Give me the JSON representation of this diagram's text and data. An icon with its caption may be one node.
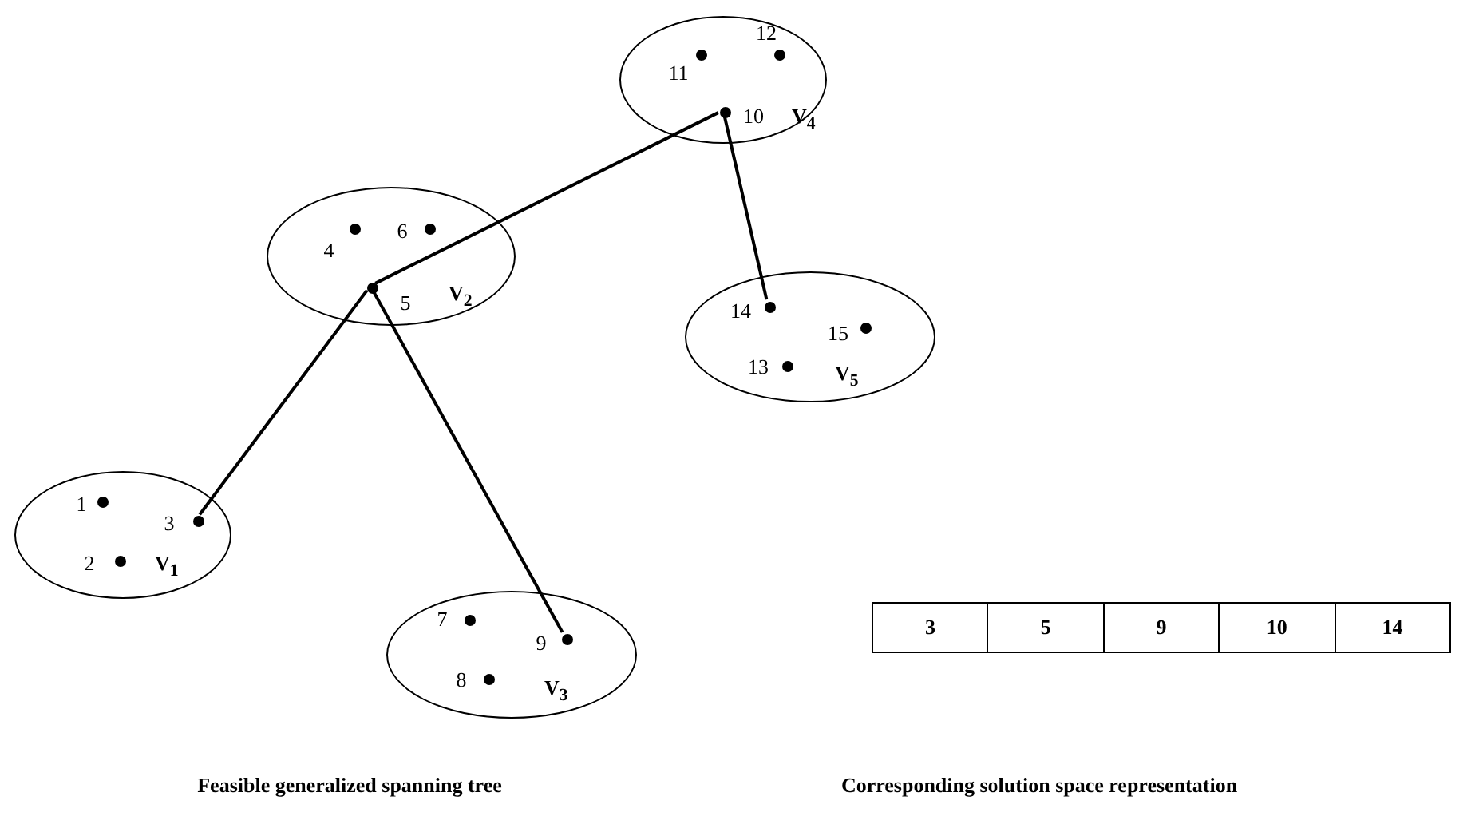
{
  "diagram": {
    "nodes": [
      {
        "text": [
          "V$_{4}$"
        ]
      },
      {
        "text": [
          "12"
        ],
        "in": 0
      },
      {
        "text": [
          "11"
        ],
        "in": 0
      },
      {
        "text": [
          "10"
        ],
        "in": 0
      },
      {
        "text": [
          "V$_{2}$"
        ]
      },
      {
        "text": [
          "4"
        ],
        "in": 4
      },
      {
        "text": [
          "6"
        ],
        "in": 4
      },
      {
        "text": [
          "5"
        ],
        "in": 4
      },
      {
        "text": [
          "V$_{5}$"
        ]
      },
      {
        "text": [
          "14"
        ],
        "in": 8
      },
      {
        "text": [
          "15"
        ],
        "in": 8
      },
      {
        "text": [
          "13"
        ],
        "in": 8
      },
      {
        "text": [
          "V$_{1}$"
        ]
      },
      {
        "text": [
          "1"
        ],
        "in": 12
      },
      {
        "text": [
          "3"
        ],
        "in": 12
      },
      {
        "text": [
          "2"
        ],
        "in": 12
      },
      {
        "text": [
          "V$_{3}$"
        ]
      },
      {
        "text": [
          "7"
        ],
        "in": 16
      },
      {
        "text": [
          "9"
        ],
        "in": 16
      },
      {
        "text": [
          "8"
        ],
        "in": 16
      }
    ],
    "edges": [
      {
        "from": 14,
        "to": 7,
        "arrow": "none"
      },
      {
        "from": 7,
        "to": 18,
        "arrow": "none"
      },
      {
        "from": 7,
        "to": 3,
        "arrow": "none"
      },
      {
        "from": 3,
        "to": 9,
        "arrow": "none"
      }
    ],
    "labels": [
      "3",
      "5",
      "9",
      "10",
      "14",
      "Feasible generalized spanning tree",
      "Corresponding solution space representation"
    ]
  }
}
